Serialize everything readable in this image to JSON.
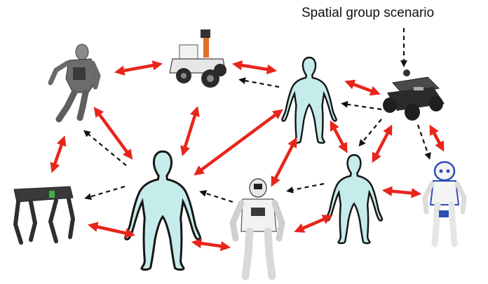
{
  "caption": "Spatial group scenario",
  "colors": {
    "interaction_arrow": "#e8251b",
    "perception_arrow": "#111111",
    "human_fill": "#c5ebea",
    "human_outline": "#151515",
    "robot_metal": "#7a7a7a",
    "robot_dark": "#2b2b2b",
    "robot_white": "#f2f2f2",
    "robot_blue": "#2c4fb5",
    "robot_orange": "#e0702a"
  },
  "nodes": [
    {
      "id": "humanoid-robot-gray",
      "kind": "robot-humanoid-gray"
    },
    {
      "id": "wheeled-robot",
      "kind": "robot-wheeled-rover"
    },
    {
      "id": "human-top",
      "kind": "human"
    },
    {
      "id": "tracked-robot",
      "kind": "robot-tracked-rover"
    },
    {
      "id": "quadruped-robot",
      "kind": "robot-quadruped"
    },
    {
      "id": "human-center-large",
      "kind": "human"
    },
    {
      "id": "humanoid-robot-white",
      "kind": "robot-humanoid-white"
    },
    {
      "id": "human-right",
      "kind": "human"
    },
    {
      "id": "nao-robot",
      "kind": "robot-nao"
    }
  ]
}
